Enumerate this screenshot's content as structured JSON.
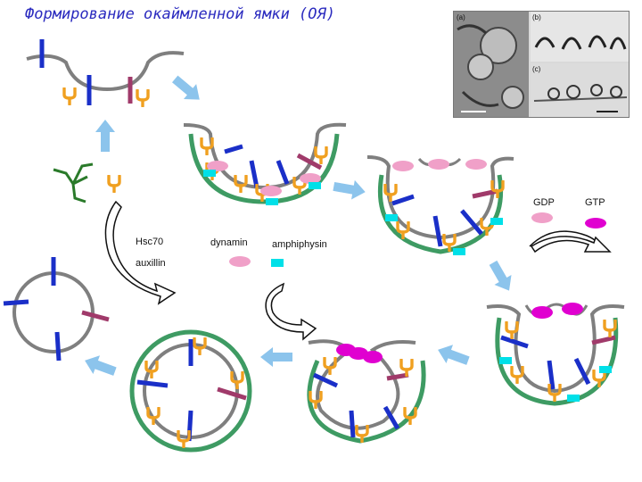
{
  "title": "Формирование окаймленной ямки (ОЯ)",
  "legend": {
    "hsc70": "Hsc70",
    "auxillin": "auxillin",
    "dynamin": "dynamin",
    "amphiphysin": "amphiphysin",
    "gdp": "GDP",
    "gtp": "GTP"
  },
  "micrograph": {
    "panel_a": "(a)",
    "panel_b": "(b)",
    "panel_c": "(c)"
  },
  "colors": {
    "membrane": "#7f7f7f",
    "clathrin_coat": "#3e9b63",
    "receptor_orange": "#f0a020",
    "protein_blue": "#1a2fc8",
    "protein_purple": "#a03a6a",
    "dynamin_pink": "#f0a0c8",
    "amphiphysin_cyan": "#00e0e8",
    "gtp_magenta": "#e000d0",
    "arrow_blue": "#8cc4ec",
    "hsc70_green": "#2a7a2a",
    "title_blue": "#2b2bbf"
  }
}
